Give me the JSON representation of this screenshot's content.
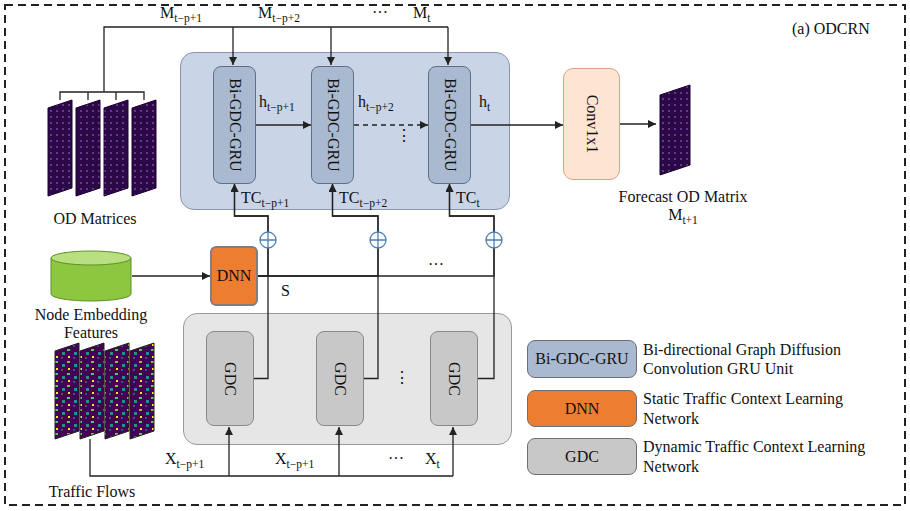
{
  "diagram": {
    "nodes": [
      {
        "text": [
          "ht−p+1",
          "ht−p+2",
          "⋮",
          "ht",
          "TCt−p+1",
          "TCt−p+2",
          "TCt"
        ]
      },
      {
        "text": [
          "Bi-GDC-GRU"
        ],
        "in": 0
      },
      {
        "text": [
          "Bi-GDC-GRU"
        ],
        "in": 0
      },
      {
        "text": [
          "Bi-GDC-GRU"
        ],
        "in": 0
      },
      {
        "text": [
          "Conv1x1"
        ]
      },
      {
        "text": [
          "Node Embedding Features"
        ]
      },
      {
        "text": [
          "DNN"
        ]
      },
      {
        "text": [
          "⋮"
        ]
      },
      {
        "text": [
          "GDC"
        ],
        "in": 7
      },
      {
        "text": [
          "GDC"
        ],
        "in": 7
      },
      {
        "text": [
          "GDC"
        ],
        "in": 7
      }
    ],
    "edges": [
      {
        "from": 1,
        "to": 2,
        "arrow": "to"
      },
      {
        "from": 2,
        "to": 3,
        "arrow": "to"
      },
      {
        "from": 3,
        "to": 4,
        "arrow": "to"
      },
      {
        "from": 5,
        "to": 6,
        "arrow": "to"
      },
      {
        "from": 8,
        "to": 1,
        "arrow": "to"
      },
      {
        "from": 9,
        "to": 2,
        "arrow": "to"
      },
      {
        "from": 10,
        "to": 3,
        "arrow": "to"
      },
      {
        "from": 6,
        "to": 1,
        "arrow": "to"
      },
      {
        "from": 6,
        "to": 2,
        "arrow": "to"
      },
      {
        "from": 6,
        "to": 3,
        "arrow": "to"
      }
    ],
    "labels": [
      "(a) ODCRN",
      "Mt−p+1",
      "Mt−p+2",
      "···",
      "Mt",
      "OD Matrices",
      "Forecast OD Matrix Mt+1",
      "S",
      "···",
      "Traffic Flows",
      "Xt−p+1",
      "Xt−p+1",
      "···",
      "Xt",
      "Bi-GDC-GRU",
      "DNN",
      "GDC"
    ],
    "legend": [
      {
        "text": "Bi-directional Graph Diffusion Convolution GRU Unit",
        "color": "#a9b9d0"
      },
      {
        "text": "Static Traffic Context Learning Network",
        "color": "#ed7d31"
      },
      {
        "text": "Dynamic Traffic Context Learning Network",
        "color": "#c8c8c8"
      }
    ]
  }
}
